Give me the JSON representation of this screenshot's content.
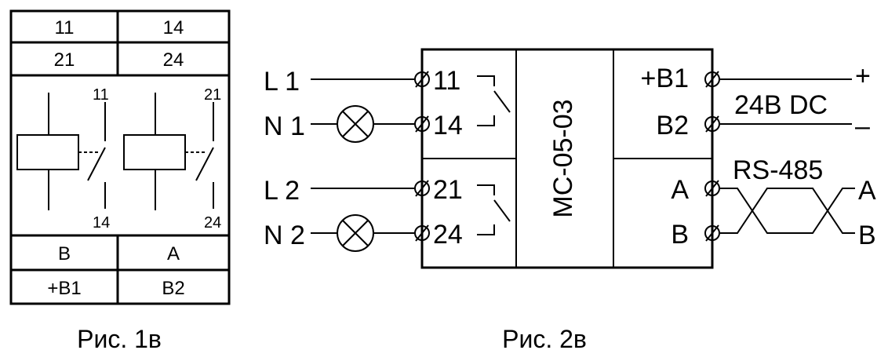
{
  "figure1": {
    "top_row1": [
      "11",
      "14"
    ],
    "top_row2": [
      "21",
      "24"
    ],
    "contact_labels": {
      "relay1_top": "11",
      "relay1_bottom": "14",
      "relay2_top": "21",
      "relay2_bottom": "24"
    },
    "bottom_row1": [
      "B",
      "A"
    ],
    "bottom_row2": [
      "+B1",
      "B2"
    ],
    "caption": "Рис. 1в"
  },
  "figure2": {
    "left_lines": [
      "L 1",
      "N 1",
      "L 2",
      "N 2"
    ],
    "left_terminals": [
      "11",
      "14",
      "21",
      "24"
    ],
    "device_name": "MC-05-03",
    "right_terminals": [
      "+B1",
      "B2",
      "A",
      "B"
    ],
    "power_label": "24B DC",
    "power_plus": "+",
    "power_minus": "–",
    "bus_label": "RS-485",
    "bus_outputs": [
      "A",
      "B"
    ],
    "caption": "Рис. 2в"
  }
}
